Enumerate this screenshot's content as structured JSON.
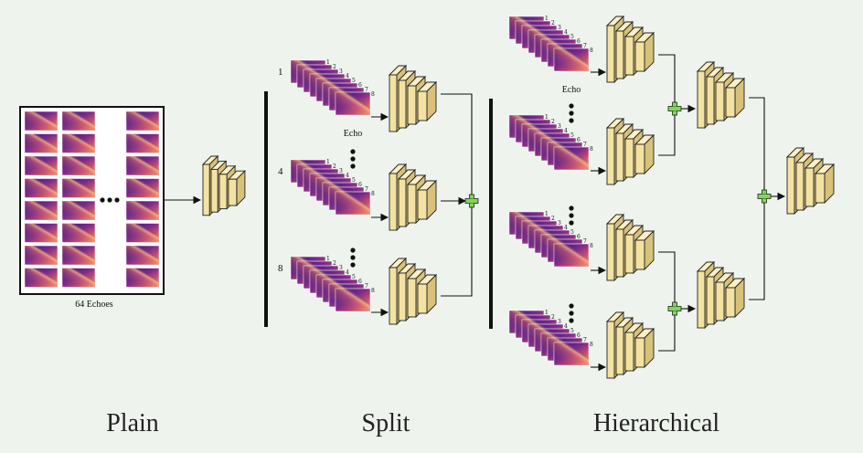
{
  "titles": {
    "plain": "Plain",
    "split": "Split",
    "hierarchical": "Hierarchical"
  },
  "labels": {
    "plain_caption": "64 Echoes",
    "echo_split": "Echo",
    "echo_hier": "Echo"
  },
  "split_indices": [
    "1",
    "4",
    "8"
  ],
  "stack_numbers": [
    "1",
    "2",
    "3",
    "4",
    "5",
    "6",
    "7",
    "8"
  ],
  "colors": {
    "background": "#eef3ee",
    "block_front": "#f3e2a2",
    "block_side": "#d8c27a",
    "block_top": "#faefc6",
    "plus": "#7ed957"
  }
}
